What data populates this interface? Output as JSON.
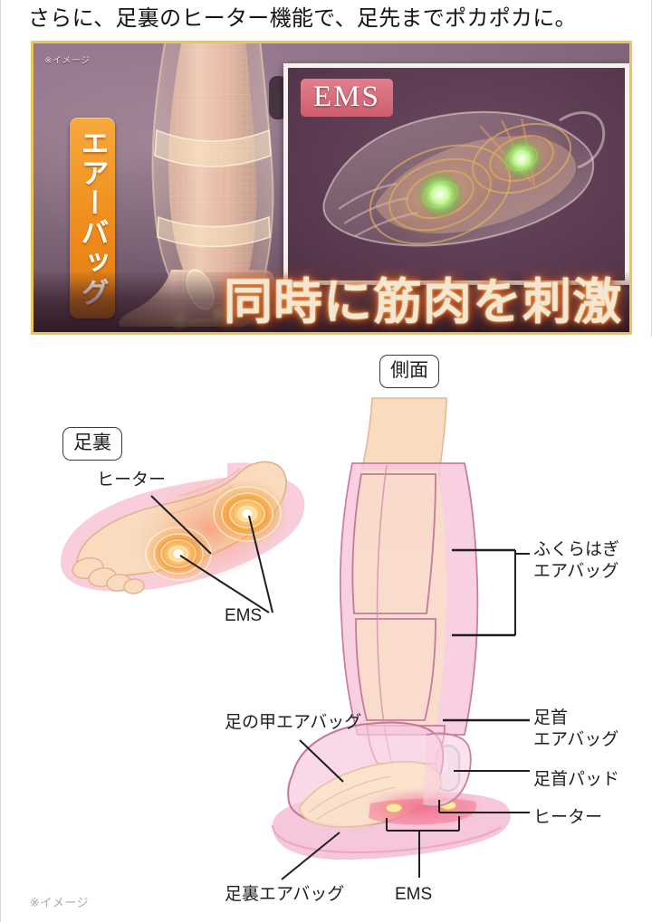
{
  "page": {
    "headline": "さらに、足裏のヒーター機能で、足先までポカポカに。",
    "footnote": "※イメージ"
  },
  "photo_panel": {
    "note": "※イメージ",
    "airbag_badge": "エアーバッグ",
    "ems_badge": "EMS",
    "banner": "同時に筋肉を刺激",
    "frame_color": "#e8c65a",
    "badge_color": "#ef8c1c",
    "ems_badge_color": "#cf5d6d",
    "neon_color": "#f08a3c"
  },
  "diagram": {
    "sole_view": {
      "title": "足裏",
      "labels": [
        {
          "id": "heater",
          "text": "ヒーター"
        },
        {
          "id": "ems",
          "text": "EMS"
        }
      ]
    },
    "side_view": {
      "title": "側面",
      "labels": [
        {
          "id": "calf-airbag",
          "line1": "ふくらはぎ",
          "line2": "エアバッグ"
        },
        {
          "id": "ankle-airbag",
          "line1": "足首",
          "line2": "エアバッグ"
        },
        {
          "id": "ankle-pad",
          "text": "足首パッド"
        },
        {
          "id": "heater",
          "text": "ヒーター"
        },
        {
          "id": "instep-airbag",
          "text": "足の甲エアバッグ"
        },
        {
          "id": "sole-airbag",
          "text": "足裏エアバッグ"
        },
        {
          "id": "ems",
          "text": "EMS"
        }
      ]
    },
    "colors": {
      "skin": "#f7d9bb",
      "wrap_pink": "#f6c3d4",
      "wrap_outline": "#c4738f",
      "heater_glow": "#f39a2a",
      "pad_blue": "#cfe0e8",
      "leader_line": "#1f1f1f"
    }
  }
}
